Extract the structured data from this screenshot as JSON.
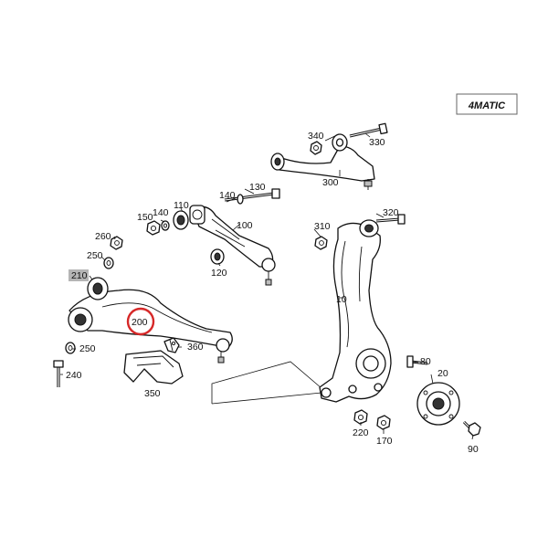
{
  "badge": {
    "text": "4MATIC"
  },
  "callouts": {
    "c10": "10",
    "c20": "20",
    "c80": "80",
    "c90": "90",
    "c100": "100",
    "c110": "110",
    "c120": "120",
    "c130": "130",
    "c140a": "140",
    "c140b": "140",
    "c150": "150",
    "c170": "170",
    "c200": "200",
    "c210": "210",
    "c220": "220",
    "c240": "240",
    "c250a": "250",
    "c250b": "250",
    "c260": "260",
    "c300": "300",
    "c310": "310",
    "c320": "320",
    "c330": "330",
    "c340": "340",
    "c350": "350",
    "c360": "360"
  },
  "highlight": {
    "part": "200",
    "ring_color": "#d62828",
    "box_fill": "#b5b5b5"
  }
}
